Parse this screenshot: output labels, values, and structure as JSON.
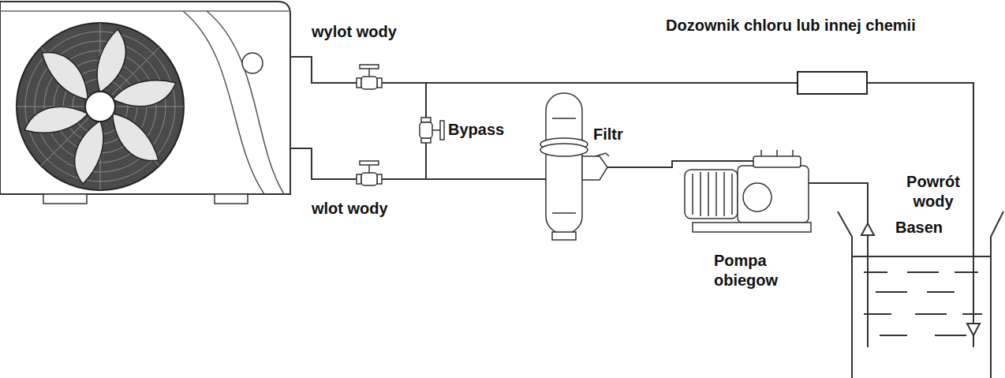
{
  "diagram": {
    "nodes": [
      {
        "text": [
          "Dozownik chloru lub innej chemii"
        ]
      }
    ],
    "labels": [
      "wylot wody",
      "Bypass",
      "Filtr",
      "wlot wody",
      "Powrót wody",
      "Pompa obiegow",
      "Basen"
    ]
  }
}
